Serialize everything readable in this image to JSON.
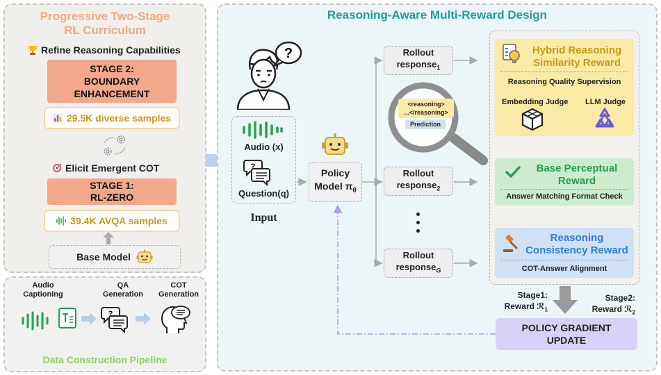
{
  "left_panel": {
    "title_line1": "Progressive Two-Stage",
    "title_line2": "RL Curriculum",
    "refine_label": "Refine Reasoning Capabilities",
    "stage2": {
      "line1": "STAGE 2:",
      "line2": "BOUNDARY",
      "line3": "ENHANCEMENT"
    },
    "diverse_samples": "29.5K diverse samples",
    "elicit_label": "Elicit Emergent COT",
    "stage1": {
      "line1": "STAGE 1:",
      "line2": "RL-ZERO"
    },
    "avqa_samples": "39.4K AVQA samples",
    "base_model": "Base Model"
  },
  "pipeline": {
    "step1_line1": "Audio",
    "step1_line2": "Captioning",
    "step2_line1": "QA",
    "step2_line2": "Generation",
    "step3_line1": "COT",
    "step3_line2": "Generation",
    "title": "Data Construction Pipeline"
  },
  "right_panel": {
    "title": "Reasoning-Aware Multi-Reward Design",
    "audio_label": "Audio (x)",
    "question_label": "Question(q)",
    "input_label": "Input",
    "policy_line1": "Policy",
    "policy_line2": "Model π",
    "policy_sub": "θ",
    "rollout_word": "Rollout",
    "response_word": "response",
    "rollout_subs": [
      "1",
      "2",
      "G"
    ],
    "magnifier": {
      "tag_open": "<reasoning>",
      "tag_close": "...</reasoning>",
      "prediction": "Prediction"
    },
    "hybrid_reward": {
      "line1": "Hybrid Reasoning",
      "line2": "Similarity Reward",
      "supervision": "Reasoning Quality Supervision",
      "embedding_judge": "Embedding Judge",
      "llm_judge": "LLM Judge"
    },
    "base_reward": {
      "line1": "Base Perceptual",
      "line2": "Reward",
      "check": "Answer Matching Format Check"
    },
    "consistency_reward": {
      "line1": "Reasoning",
      "line2": "Consistency Reward",
      "alignment": "COT-Answer Alignment"
    },
    "stage1_reward_line1": "Stage1:",
    "stage1_reward_line2": "Reward ℛ",
    "stage1_reward_sub": "1",
    "stage2_reward_line1": "Stage2:",
    "stage2_reward_line2": "Reward ℛ",
    "stage2_reward_sub": "2",
    "gradient_line1": "POLICY GRADIENT",
    "gradient_line2": "UPDATE"
  },
  "colors": {
    "orange_title": "#f3a77b",
    "teal_title": "#1e9f9b",
    "stage_fill": "#f2a88a",
    "yellow_card": "#fbe9a6",
    "green_card": "#cdeccd",
    "blue_card": "#cfe1f5",
    "purple_box": "#d9d0f7",
    "gold_text": "#c89a16",
    "green_text": "#22a34a",
    "blue_text": "#2f7fd6",
    "panel_left_bg": "#f1efec",
    "panel_right_bg": "#ecf5f7"
  },
  "icons": [
    "trophy-icon",
    "bar-chart-icon",
    "gears-icon",
    "target-icon",
    "waveform-icon",
    "robot-icon",
    "person-icon",
    "question-bubble-icon",
    "chat-icon",
    "document-icon",
    "head-icon",
    "magnifier-icon",
    "bulb-icon",
    "cube-icon",
    "llm-logo-icon",
    "checkmark-icon",
    "gavel-icon"
  ]
}
